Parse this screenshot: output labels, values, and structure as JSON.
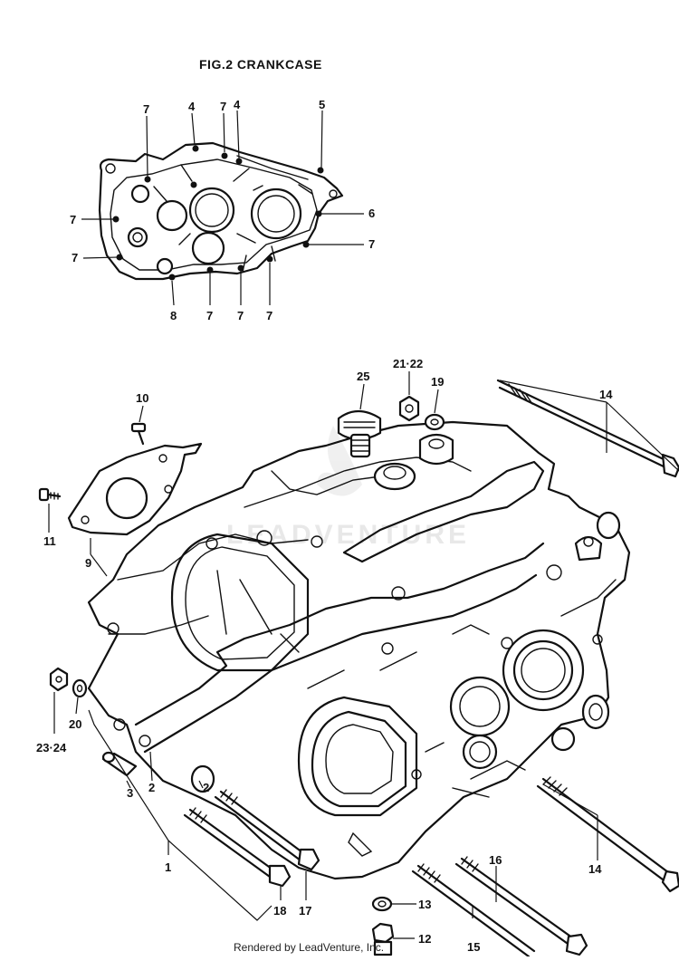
{
  "figure": {
    "title": "FIG.2  CRANKCASE",
    "watermark": "LEADVENTURE",
    "footer": "Rendered by LeadVenture, Inc."
  },
  "inset_labels": [
    "7",
    "4",
    "7",
    "4",
    "5",
    "7",
    "6",
    "7",
    "7",
    "8",
    "7",
    "7",
    "7"
  ],
  "part_labels": {
    "p1": "1",
    "p2a": "2",
    "p2b": "2",
    "p3": "3",
    "p9": "9",
    "p10": "10",
    "p11": "11",
    "p12": "12",
    "p13": "13",
    "p14a": "14",
    "p14b": "14",
    "p15": "15",
    "p16": "16",
    "p17": "17",
    "p18": "18",
    "p19": "19",
    "p20": "20",
    "p2122": "21·22",
    "p2324": "23·24",
    "p25": "25"
  },
  "colors": {
    "ink": "#111111",
    "paper": "#ffffff",
    "watermark": "#e6e6e6"
  }
}
